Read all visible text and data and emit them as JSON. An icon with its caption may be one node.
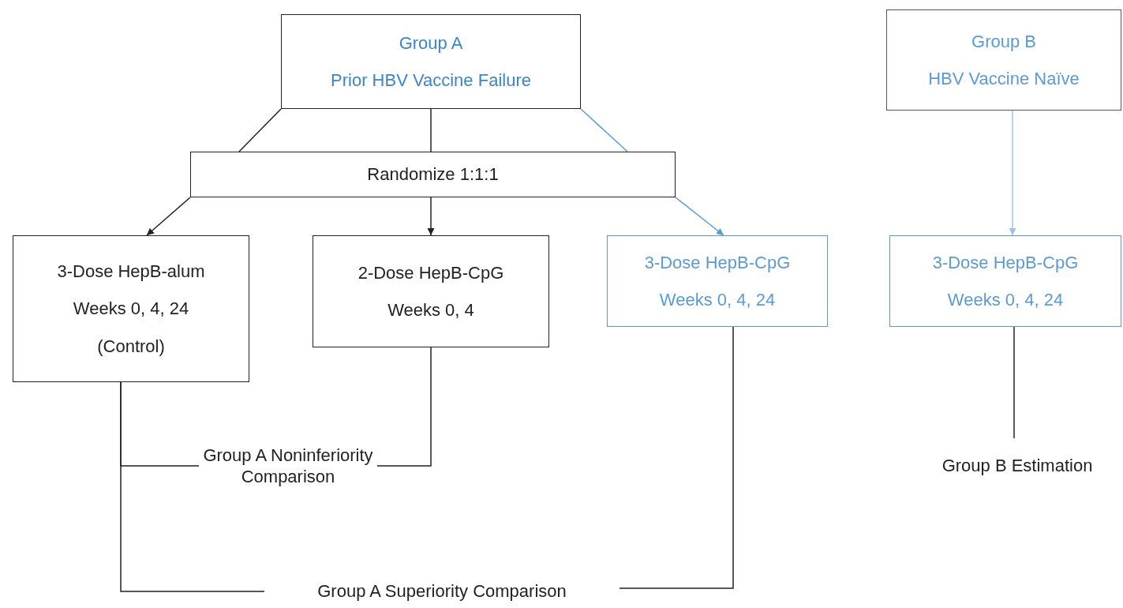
{
  "diagram": {
    "nodes": [
      {
        "text": [
          "Group A",
          "Prior HBV Vaccine Failure"
        ]
      },
      {
        "text": [
          "Group B",
          "HBV Vaccine Naïve"
        ]
      },
      {
        "text": [
          "Randomize 1:1:1"
        ]
      },
      {
        "text": [
          "3-Dose HepB-alum",
          "Weeks 0, 4, 24",
          "(Control)"
        ]
      },
      {
        "text": [
          "2-Dose HepB-CpG",
          "Weeks 0, 4"
        ]
      },
      {
        "text": [
          "3-Dose HepB-CpG",
          "Weeks 0, 4, 24"
        ]
      },
      {
        "text": [
          "3-Dose HepB-CpG",
          "Weeks 0, 4, 24"
        ]
      },
      {
        "text": [
          "Group A Noninferiority Comparison"
        ]
      },
      {
        "text": [
          "Group A Superiority Comparison"
        ]
      },
      {
        "text": [
          "Group B Estimation"
        ]
      }
    ],
    "edges": [
      {
        "from": 0,
        "to": 2,
        "arrow": "none"
      },
      {
        "from": 0,
        "to": 2,
        "arrow": "none"
      },
      {
        "from": 0,
        "to": 2,
        "arrow": "none",
        "color": "#5b9bd5"
      },
      {
        "from": 2,
        "to": 3,
        "arrow": "to"
      },
      {
        "from": 2,
        "to": 4,
        "arrow": "to"
      },
      {
        "from": 2,
        "to": 5,
        "arrow": "to",
        "color": "#5b9bd5"
      },
      {
        "from": 1,
        "to": 6,
        "arrow": "to",
        "color": "#9dc3e6"
      },
      {
        "from": 3,
        "to": 7,
        "arrow": "none"
      },
      {
        "from": 3,
        "to": 8,
        "arrow": "none"
      },
      {
        "from": 4,
        "to": 7,
        "arrow": "none"
      },
      {
        "from": 5,
        "to": 8,
        "arrow": "none"
      },
      {
        "from": 6,
        "to": 9,
        "arrow": "none"
      }
    ]
  }
}
